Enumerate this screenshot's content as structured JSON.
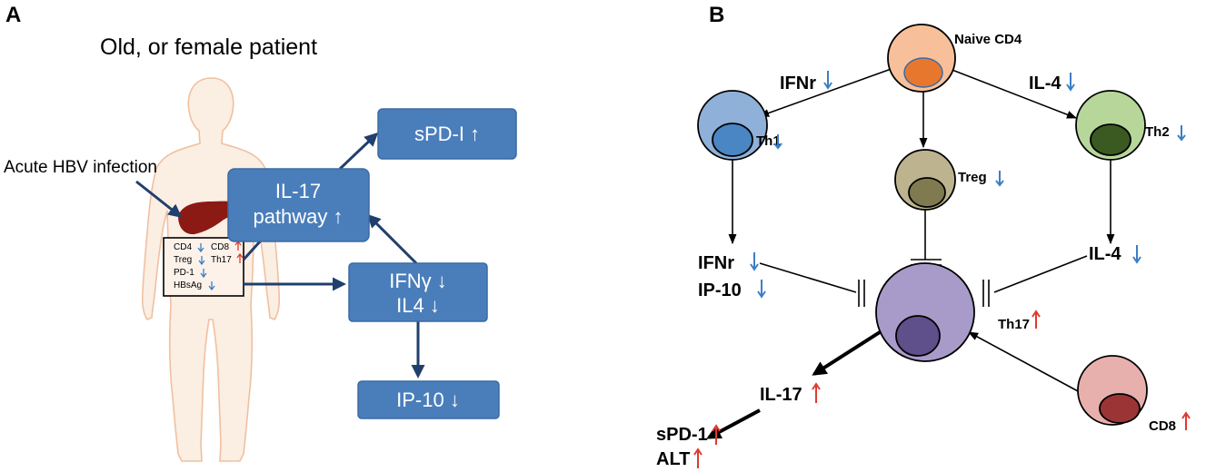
{
  "panel_a": {
    "letter": "A",
    "title": "Old, or female patient",
    "infection_label": "Acute HBV infection",
    "liver_table": {
      "rows": [
        {
          "left": "CD4",
          "left_arrow": "down",
          "right": "CD8",
          "right_arrow": "up"
        },
        {
          "left": "Treg",
          "left_arrow": "down",
          "right": "Th17",
          "right_arrow": "up"
        },
        {
          "left": "PD-1",
          "left_arrow": "down",
          "right": "",
          "right_arrow": ""
        },
        {
          "left": "HBsAg",
          "left_arrow": "down",
          "right": "",
          "right_arrow": ""
        }
      ]
    },
    "boxes": {
      "spd": "sPD-I ↑",
      "il17_line1": "IL-17",
      "il17_line2": "pathway ↑",
      "ifn_line1": "IFNγ ↓",
      "ifn_line2": "IL4 ↓",
      "ip10": "IP-10 ↓"
    }
  },
  "panel_b": {
    "letter": "B",
    "cells": {
      "naive": "Naive CD4",
      "th1": "Th1",
      "treg": "Treg",
      "th2": "Th2",
      "th17": "Th17",
      "cd8": "CD8"
    },
    "edge_labels": {
      "ifnr_top": "IFNr",
      "il4_top": "IL-4"
    },
    "outputs": {
      "ifnr": "IFNr",
      "ip10": "IP-10",
      "il4": "IL-4",
      "il17": "IL-17",
      "spd1": "sPD-1",
      "alt": "ALT"
    }
  },
  "colors": {
    "box_fill": "#4a7ebb",
    "box_stroke": "#3a6aa4",
    "arrow_navy": "#1f3f6e",
    "up_arrow": "#e03a2f",
    "down_arrow": "#3a7fc6",
    "body_stroke": "#f0c0a0",
    "body_fill": "#fbe9dc",
    "liver": "#8b1a14",
    "naive_outer": "#f8c09a",
    "naive_inner": "#e8772e",
    "th1_outer": "#8fb0d8",
    "th1_inner": "#4a86c4",
    "th2_outer": "#b7d79a",
    "th2_inner": "#3b5a22",
    "treg_outer": "#bdb48f",
    "treg_inner": "#7f7a4f",
    "th17_outer": "#a99bc9",
    "th17_inner": "#5f4f8a",
    "cd8_outer": "#e8b0ad",
    "cd8_inner": "#9b3535"
  }
}
